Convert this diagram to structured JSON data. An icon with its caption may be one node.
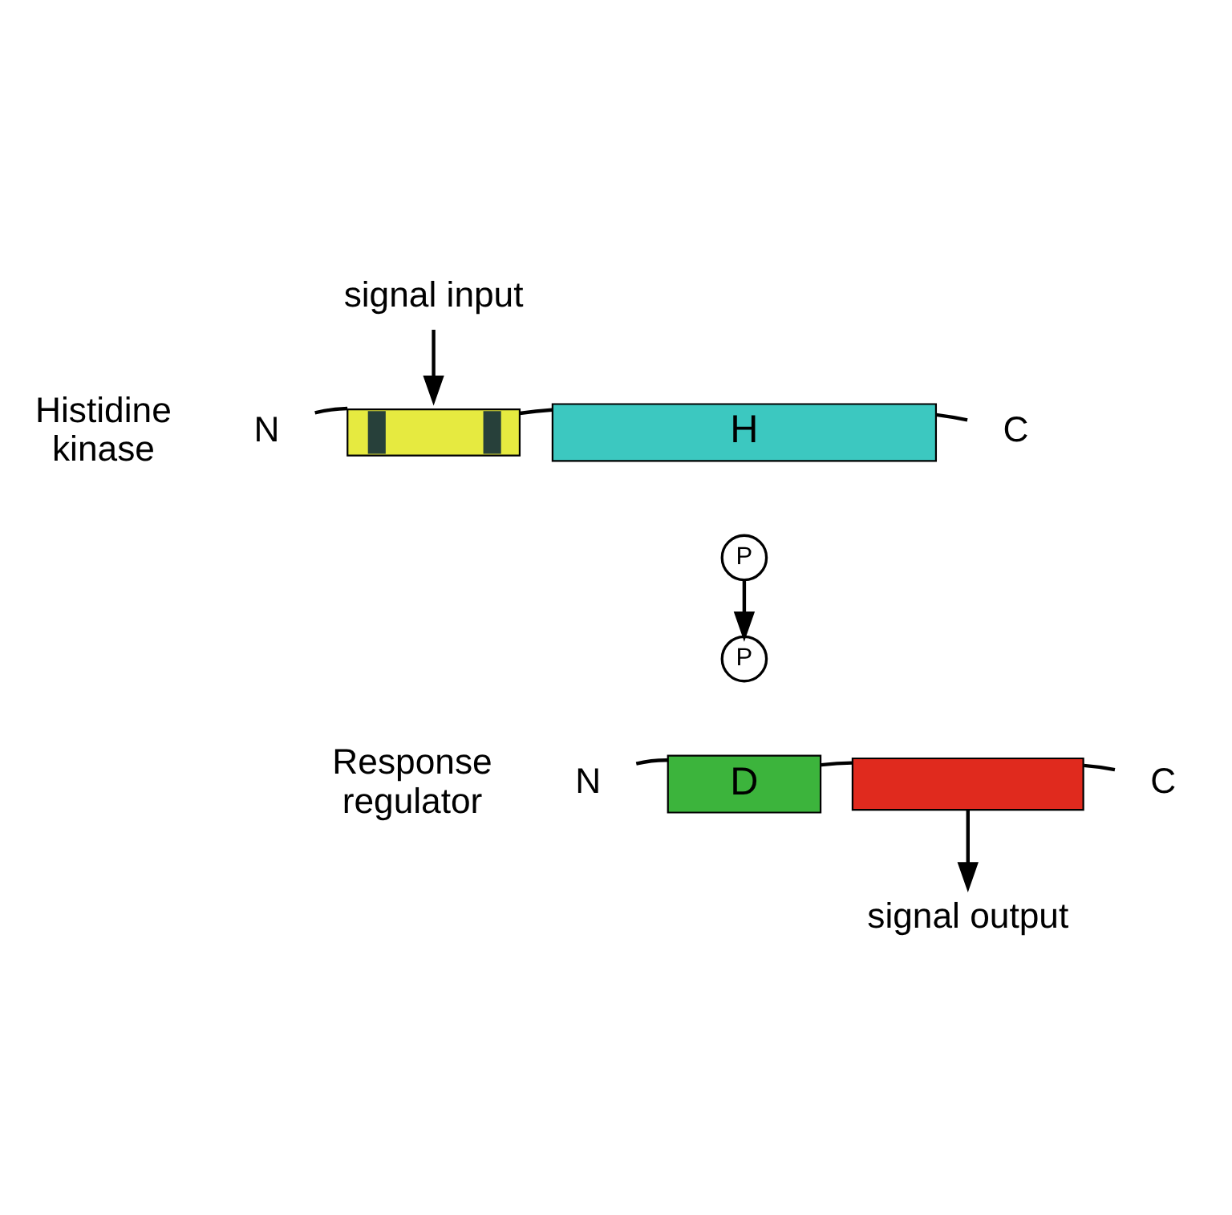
{
  "diagram": {
    "nodes": [
      {
        "text": [
          "signal input"
        ]
      },
      {
        "text": [
          "N"
        ]
      },
      {
        "text": [],
        "shape": "box"
      },
      {
        "text": [
          "H"
        ]
      },
      {
        "text": [
          "C"
        ]
      },
      {
        "text": [
          "P"
        ]
      },
      {
        "text": [
          "P"
        ]
      },
      {
        "text": [
          "N"
        ]
      },
      {
        "text": [
          "D"
        ]
      },
      {
        "text": [],
        "shape": "box"
      },
      {
        "text": [
          "C"
        ]
      },
      {
        "text": [
          "signal output"
        ]
      }
    ],
    "edges": [
      {
        "from": 0,
        "to": 2,
        "arrow": "to"
      },
      {
        "from": 1,
        "to": 2,
        "arrow": "none"
      },
      {
        "from": 2,
        "to": 3,
        "arrow": "none"
      },
      {
        "from": 3,
        "to": 4,
        "arrow": "none"
      },
      {
        "from": 5,
        "to": 6,
        "arrow": "to"
      },
      {
        "from": 7,
        "to": 8,
        "arrow": "none"
      },
      {
        "from": 8,
        "to": 9,
        "arrow": "none"
      },
      {
        "from": 9,
        "to": 10,
        "arrow": "none"
      },
      {
        "from": 9,
        "to": 11,
        "arrow": "to"
      }
    ],
    "labels": [
      "Histidine kinase",
      "Response regulator"
    ]
  }
}
